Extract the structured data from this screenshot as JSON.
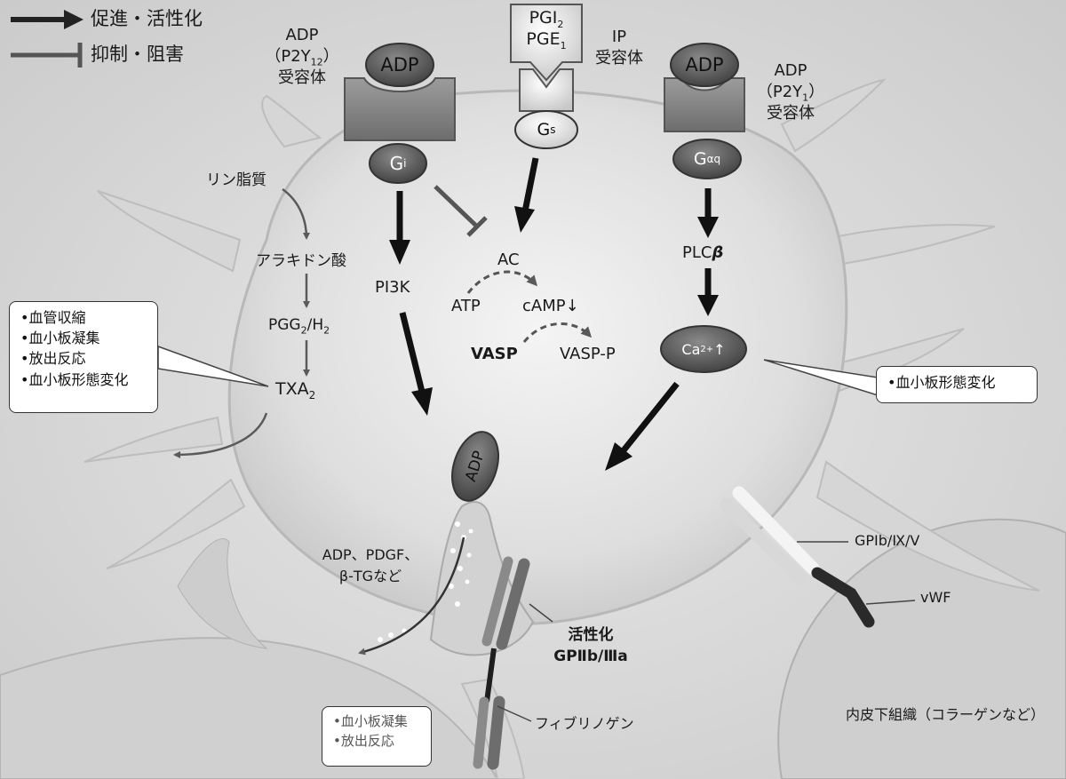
{
  "legend": {
    "promote": "促進・活性化",
    "inhibit": "抑制・阻害"
  },
  "receptors": {
    "p2y12": {
      "ligand": "ADP",
      "name_line1": "ADP",
      "name_line2": "（P2Y",
      "name_sub": "12",
      "name_line2_end": "）",
      "name_line3": "受容体",
      "gprotein": "G",
      "gprotein_sub": "i"
    },
    "ip": {
      "ligand_line1": "PGI",
      "ligand_line1_sub": "2",
      "ligand_line2": "PGE",
      "ligand_line2_sub": "1",
      "name_line1": "IP",
      "name_line2": "受容体",
      "gprotein": "G",
      "gprotein_sub": "s"
    },
    "p2y1": {
      "ligand": "ADP",
      "name_line1": "ADP",
      "name_line2": "（P2Y",
      "name_sub": "1",
      "name_line2_end": "）",
      "name_line3": "受容体",
      "gprotein": "G",
      "gprotein_sub": "αq"
    }
  },
  "pathway_left": {
    "phospholipid": "リン脂質",
    "arachidonic": "アラキドン酸",
    "pgg": "PGG",
    "pgg_sub": "2",
    "pgg_mid": "/H",
    "pgg_sub2": "2",
    "txa": "TXA",
    "txa_sub": "2"
  },
  "pathway_mid": {
    "pi3k": "PI3K",
    "ac": "AC",
    "atp": "ATP",
    "camp": "cAMP↓",
    "vasp": "VASP",
    "vaspp": "VASP-P"
  },
  "pathway_right": {
    "plc": "PLC",
    "plc_beta": "β",
    "ca": "Ca",
    "ca_sup": "2+",
    "ca_arrow": "↑"
  },
  "effects_box_left": [
    "•血管収縮",
    "•血小板凝集",
    "•放出反応",
    "•血小板形態変化"
  ],
  "effects_box_right": [
    "•血小板形態変化"
  ],
  "effects_box_bottom": [
    "•血小板凝集",
    "•放出反応"
  ],
  "granule": {
    "adp": "ADP",
    "release_line1": "ADP、PDGF、",
    "release_line2": "β-TGなど"
  },
  "integrin": {
    "line1": "活性化",
    "line2": "GPⅡb/Ⅲa",
    "fibrinogen": "フィブリノゲン"
  },
  "adhesion": {
    "gpib": "GPⅠb/Ⅸ/Ⅴ",
    "vwf": "vWF",
    "subendothelium": "内皮下組織（コラーゲンなど）"
  }
}
